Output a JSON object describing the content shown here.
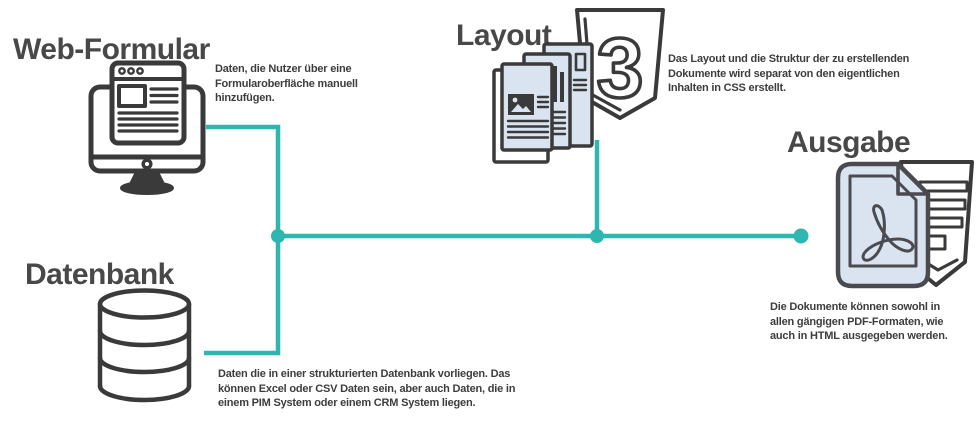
{
  "colors": {
    "accent": "#2db7b0",
    "ink": "#3a3a3a",
    "title_color": "#484848",
    "page_fill": "#d9e4f0"
  },
  "nodes": {
    "web_formular": {
      "title": "Web-Formular",
      "description": "Daten, die Nutzer über eine Formularoberfläche manuell hinzufügen.",
      "icon": "monitor-web-form-icon"
    },
    "datenbank": {
      "title": "Datenbank",
      "description": "Daten die in einer strukturierten Datenbank vorliegen. Das können Excel oder CSV Daten sein, aber auch Daten, die in einem PIM System oder einem CRM System liegen.",
      "icon": "database-icon"
    },
    "layout": {
      "title": "Layout",
      "description": "Das Layout und die Struktur der zu erstellenden Dokumente wird separat von den eigentlichen Inhalten in CSS erstellt.",
      "icon": "documents-css3-icon"
    },
    "ausgabe": {
      "title": "Ausgabe",
      "description": "Die Dokumente können sowohl in allen gängigen PDF-Formaten, wie auch in HTML ausgegeben werden.",
      "icon": "pdf-html5-icon"
    }
  }
}
